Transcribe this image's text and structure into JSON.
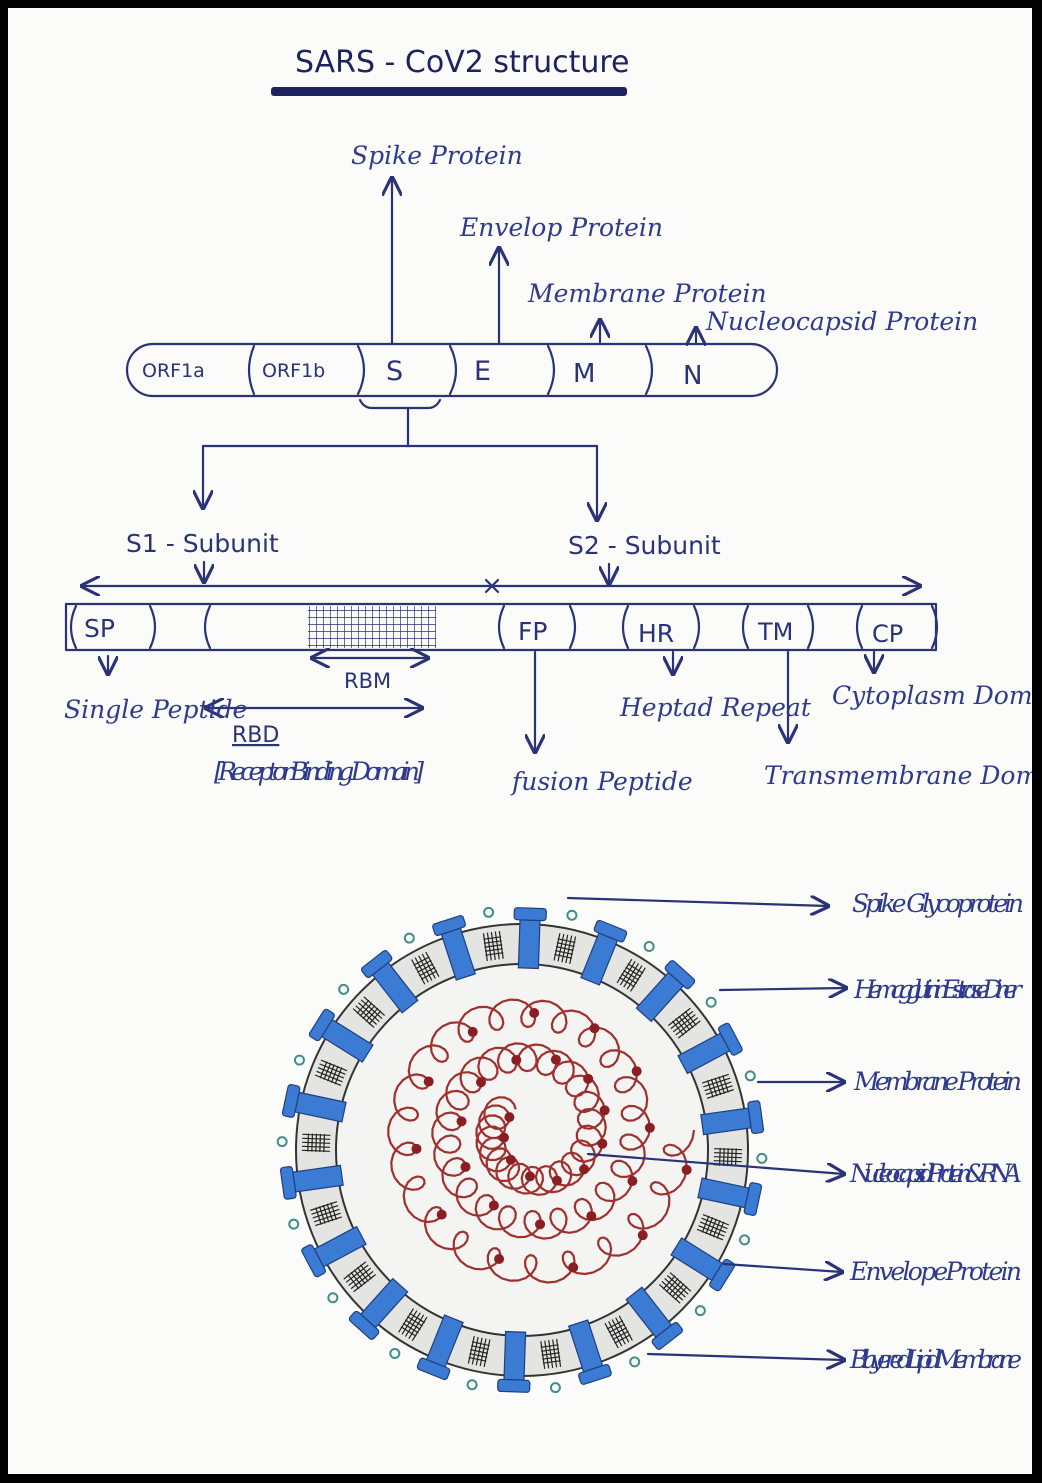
{
  "title": "SARS - CoV2 structure",
  "genome": {
    "segments": [
      "ORF1a",
      "ORF1b",
      "S",
      "E",
      "M",
      "N"
    ],
    "protein_labels": {
      "spike": "Spike Protein",
      "envelope": "Envelop Protein",
      "membrane": "Membrane Protein",
      "nucleocapsid": "Nucleocapsid Protein"
    }
  },
  "spike": {
    "subunits": {
      "s1": "S1 - Subunit",
      "s2": "S2 - Subunit"
    },
    "domains": [
      "SP",
      "FP",
      "HR",
      "TM",
      "CP"
    ],
    "rbm": "RBM",
    "rbd": "RBD",
    "rbd_full": "[Receptor Binding Domain]",
    "descriptions": {
      "sp": "Single Peptide",
      "fp": "fusion Peptide",
      "hr": "Heptad Repeat",
      "tm": "Transmembrane Domain",
      "cp": "Cytoplasm Domain"
    }
  },
  "virion_labels": {
    "spike": "Spike Glycoprotein",
    "he": "Hemagglutinin Estrase Diner",
    "membrane": "Membrane Protein",
    "nucleocapsid": "Nucleocapsid Protein & RNA",
    "envelope": "EnvelopeProtein",
    "bilayer": "Bilayered Lipid Membrane"
  },
  "colors": {
    "ink": "#2a3278",
    "spike_blue": "#3b7bd4",
    "rna_red": "#a0302e",
    "dimer_teal": "#3f8f86",
    "membrane_gray": "#d9d9d9"
  }
}
